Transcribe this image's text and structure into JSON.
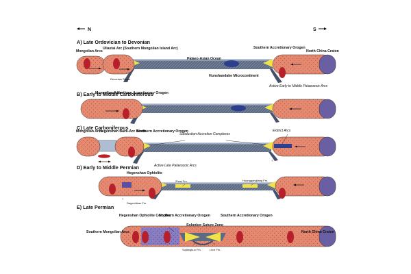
{
  "directions": {
    "north": "N",
    "south": "S"
  },
  "colors": {
    "continent": "#e48870",
    "continent_dark": "#c9594a",
    "arc": "#b7202a",
    "ocean": "#5d6b82",
    "ocean_light": "#aebcd4",
    "slab": "#46506a",
    "sediment": "#f2e24a",
    "craton_right": "#6b5fa3",
    "microcontinent": "#2c3f8c"
  },
  "panels": [
    {
      "title": "A) Late Ordovician to Devonian",
      "labels": {
        "mongolian_arcs": "Mongolian Arcs",
        "uliastai_arc": "Uliastai Arc (Southern Mongolian Island Arc)",
        "palaeo_asian_ocean": "Palaeo-Asian Ocean",
        "southern_orogen": "Southern Accretionary Orogen",
        "north_china": "North China Craton",
        "devonian_strata": "Devonian Strata",
        "hunshandake": "Hunshandake Microcontinent",
        "active_arcs": "Active Early to Middle Palaeozoic Arcs"
      }
    },
    {
      "title": "B) Early to Middle Carboniferous",
      "labels": {
        "mongolian_arcs": "Mongolian Arcs",
        "northern_orogen": "Northern Accretionary Orogen"
      }
    },
    {
      "title": "C) Late Carboniferous",
      "labels": {
        "mongolian_arcs": "Mongolian Arcs",
        "hegenshan_basin": "Hegenshan Back-Arc Basin",
        "northern_orogen": "Northern Accretionary Orogen",
        "subduction_complexes": "Subduction-Accretion Complexes",
        "extinct_arcs": "Extinct Arcs",
        "active_late_arcs": "Active Late Palaeozoic Arcs",
        "question": "?"
      }
    },
    {
      "title": "D) Early to Middle Permian",
      "labels": {
        "hegenshan_ophiolite": "Hegenshan Ophiolite",
        "zhesi_fm": "Zhesi Fm.",
        "huanggangliang_fm": "Huanggangliang Fm.",
        "dageshibao_fm": "Dageshibao Fm.",
        "question": "?"
      }
    },
    {
      "title": "E) Late Permian",
      "labels": {
        "hegenshan_complex": "Hegenshan Ophiolite Complex",
        "northern_orogen": "Northern Accretionary Orogen",
        "southern_orogen": "Southern Accretionary Orogen",
        "southern_mongolian_arcs": "Southern Mongolian Arcs",
        "solonker": "Solonker Suture Zone",
        "north_china": "North China Craton",
        "sujiangkuo_fm": "Sujiangkuo Fm.",
        "linxi_fm": "Linxi Fm."
      }
    }
  ]
}
